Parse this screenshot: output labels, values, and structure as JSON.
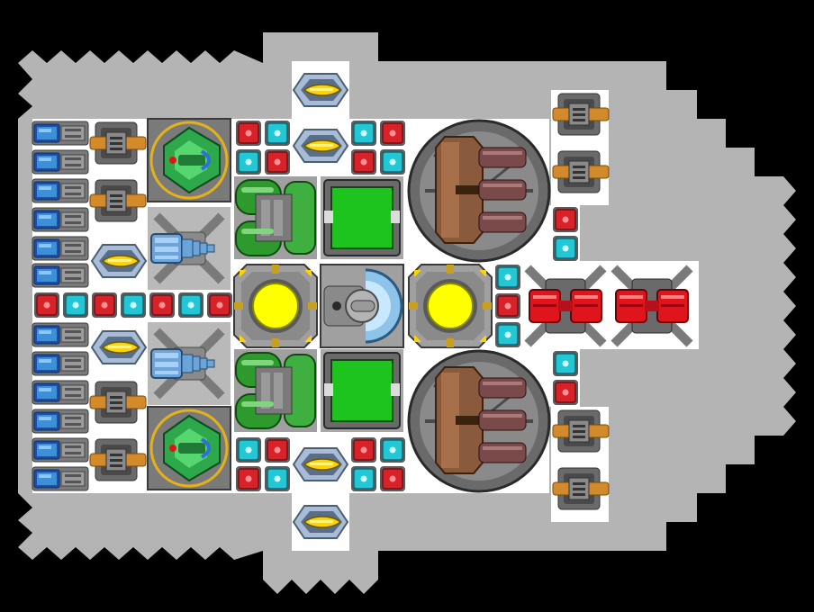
{
  "game": {
    "view": "ship-builder",
    "colors": {
      "background": "#000000",
      "hull": "#b4b4b4",
      "floor": "#ffffff",
      "conduit_red": "#d8222a",
      "conduit_cyan": "#22c6d4",
      "reactor_core": "#ffff00",
      "storage_green": "#1ec41e",
      "plating_brown": "#8a5a3c",
      "engine_blue": "#3d8fd8",
      "turret_orange": "#d38a2a",
      "missile_yellow": "#ffd400",
      "thruster_red": "#e0141c"
    },
    "ship": {
      "symmetry": "mirror-horizontal",
      "parts": {
        "thrusters": 12,
        "laser_turrets": 8,
        "missile_launchers": 6,
        "hangar_bays": 2,
        "ion_engines": 2,
        "fuel_tanks": 2,
        "storage_blocks": 2,
        "reactors": 2,
        "shield_core": 1,
        "armored_cannons": 2,
        "heavy_thrusters": 2
      }
    }
  }
}
